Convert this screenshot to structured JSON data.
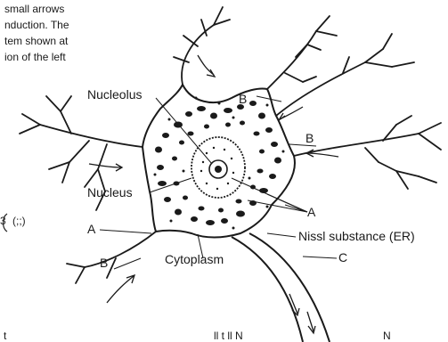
{
  "text_fragment": {
    "lines": [
      "small arrows",
      "nduction. The",
      "tem shown at",
      "ion of the left"
    ]
  },
  "labels": {
    "nucleolus": "Nucleolus",
    "nucleus": "Nucleus",
    "cytoplasm": "Cytoplasm",
    "nissl": "Nissl substance (ER)",
    "a_upper": "A",
    "a_lower": "A",
    "b_top": "B",
    "b_right": "B",
    "b_left": "B",
    "c": "C"
  },
  "margin_marks": {
    "scribble": "(;;)",
    "digit": "3"
  },
  "bottom_text": {
    "left": "t",
    "middle": "ll   t    ll   N",
    "right": "N"
  },
  "colors": {
    "ink": "#1a1a1a",
    "background": "#ffffff"
  }
}
